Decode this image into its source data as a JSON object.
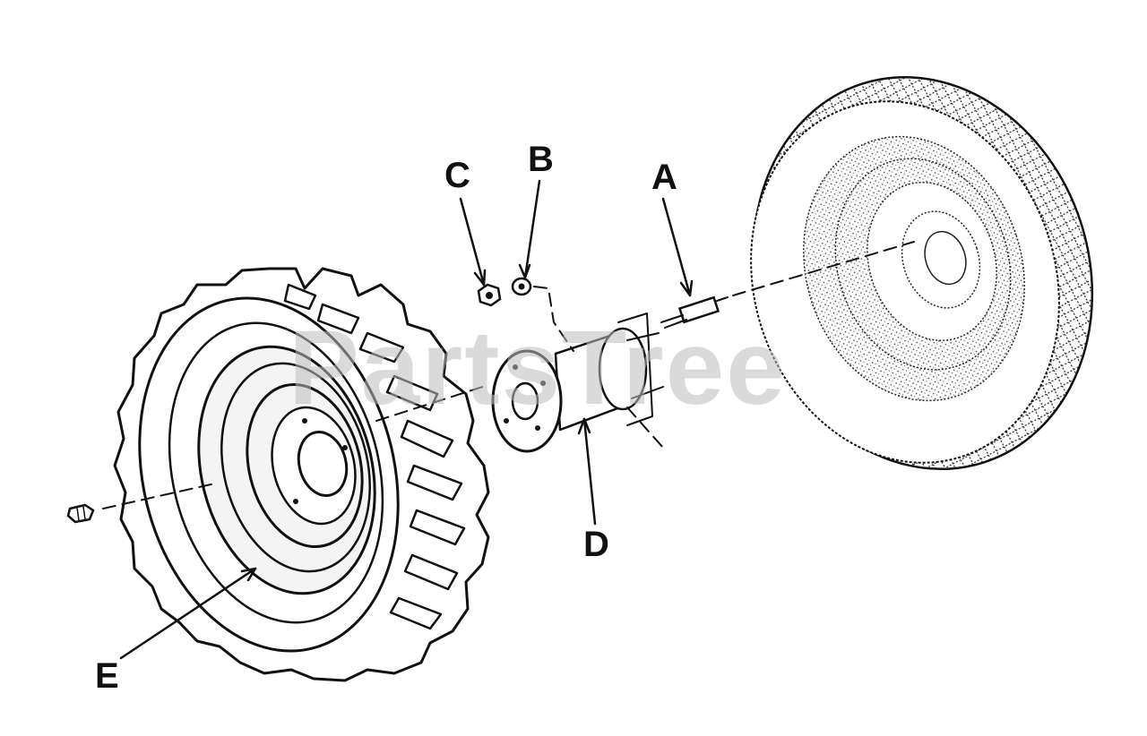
{
  "diagram": {
    "callouts": [
      {
        "id": "A",
        "text": "A"
      },
      {
        "id": "B",
        "text": "B"
      },
      {
        "id": "C",
        "text": "C"
      },
      {
        "id": "D",
        "text": "D"
      },
      {
        "id": "E",
        "text": "E"
      }
    ],
    "watermark": "PartsTree"
  },
  "colors": {
    "ink": "#111111",
    "paper": "#ffffff",
    "watermark": "#bdbdbd"
  }
}
